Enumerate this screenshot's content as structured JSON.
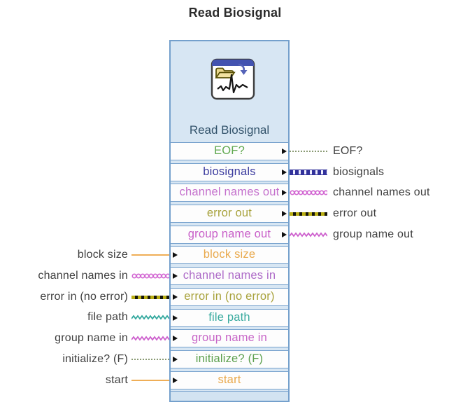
{
  "title": "Read Biosignal",
  "block": {
    "label": "Read Biosignal",
    "icon": "read-biosignal-file-icon",
    "rows": [
      {
        "label": "EOF?",
        "direction": "out",
        "color": "#5fa84e",
        "wire": "green-dotted"
      },
      {
        "label": "biosignals",
        "direction": "out",
        "color": "#3b3b9e",
        "wire": "navy-dashed"
      },
      {
        "label": "channel names out",
        "direction": "out",
        "color": "#c470cc",
        "wire": "pink-circles"
      },
      {
        "label": "error out",
        "direction": "out",
        "color": "#a8a23c",
        "wire": "olive-dashed"
      },
      {
        "label": "group name out",
        "direction": "out",
        "color": "#c85ec8",
        "wire": "pink-zigzag"
      },
      {
        "label": "block size",
        "direction": "in",
        "color": "#e9a94c",
        "wire": "orange-solid"
      },
      {
        "label": "channel names in",
        "direction": "in",
        "color": "#ae6cc8",
        "wire": "pink-circles"
      },
      {
        "label": "error in (no error)",
        "direction": "in",
        "color": "#a8a23c",
        "wire": "olive-dashed"
      },
      {
        "label": "file path",
        "direction": "in",
        "color": "#3aab9f",
        "wire": "teal-zigzag"
      },
      {
        "label": "group name in",
        "direction": "in",
        "color": "#c765c7",
        "wire": "pink-zigzag"
      },
      {
        "label": "initialize? (F)",
        "direction": "in",
        "color": "#5ca04e",
        "wire": "green-dotted"
      },
      {
        "label": "start",
        "direction": "in",
        "color": "#e9a94c",
        "wire": "orange-solid"
      }
    ]
  },
  "left_terminals": [
    {
      "label": "block size",
      "wire": "orange-solid"
    },
    {
      "label": "channel names in",
      "wire": "pink-circles"
    },
    {
      "label": "error in (no error)",
      "wire": "olive-dashed"
    },
    {
      "label": "file path",
      "wire": "teal-zigzag"
    },
    {
      "label": "group name in",
      "wire": "pink-zigzag"
    },
    {
      "label": "initialize? (F)",
      "wire": "green-dotted"
    },
    {
      "label": "start",
      "wire": "orange-solid"
    }
  ],
  "right_terminals": [
    {
      "label": "EOF?",
      "wire": "green-dotted"
    },
    {
      "label": "biosignals",
      "wire": "navy-dashed"
    },
    {
      "label": "channel names out",
      "wire": "pink-circles"
    },
    {
      "label": "error out",
      "wire": "olive-dashed"
    },
    {
      "label": "group name out",
      "wire": "pink-zigzag"
    }
  ],
  "colors": {
    "block_fill": "#d7e6f3",
    "block_border": "#74a0cc",
    "cell_fill": "#fdfdfd",
    "empty_row_fill": "#d2e3f1",
    "title_text": "#2c2c2c",
    "block_label_text": "#33536b",
    "side_label_text": "#3f3f3f",
    "arrow": "#101010",
    "wire_orange": "#efae57",
    "wire_green_dotted": "#8a9a74",
    "wire_navy": "#32329b",
    "wire_olive": "#b9ae14",
    "wire_pink": "#d266d2",
    "wire_teal": "#2ea69c"
  }
}
